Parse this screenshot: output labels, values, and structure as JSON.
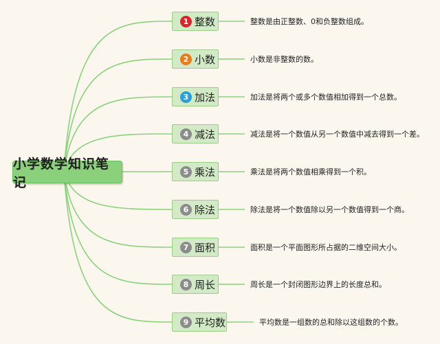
{
  "root": {
    "title": "小学数学知识笔记"
  },
  "topics": [
    {
      "number": "1",
      "label": "整数",
      "description": "整数是由正整数、0和负整数组成。",
      "badge_color": "#d7262c"
    },
    {
      "number": "2",
      "label": "小数",
      "description": "小数是非整数的数。",
      "badge_color": "#ea7a1e"
    },
    {
      "number": "3",
      "label": "加法",
      "description": "加法是将两个或多个数值相加得到一个总数。",
      "badge_color": "#2a9fd8"
    },
    {
      "number": "4",
      "label": "减法",
      "description": "减法是将一个数值从另一个数值中减去得到一个差。",
      "badge_color": "#8c8c8c"
    },
    {
      "number": "5",
      "label": "乘法",
      "description": "乘法是将两个数值相乘得到一个积。",
      "badge_color": "#8c8c8c"
    },
    {
      "number": "6",
      "label": "除法",
      "description": "除法是将一个数值除以另一个数值得到一个商。",
      "badge_color": "#8c8c8c"
    },
    {
      "number": "7",
      "label": "面积",
      "description": "面积是一个平面图形所占据的二维空间大小。",
      "badge_color": "#8c8c8c"
    },
    {
      "number": "8",
      "label": "周长",
      "description": "周长是一个封闭图形边界上的长度总和。",
      "badge_color": "#8c8c8c"
    },
    {
      "number": "9",
      "label": "平均数",
      "description": "平均数是一组数的总和除以这组数的个数。",
      "badge_color": "#8c8c8c"
    }
  ],
  "colors": {
    "connector": "#8bd17c",
    "background": "#fbf7ee"
  }
}
